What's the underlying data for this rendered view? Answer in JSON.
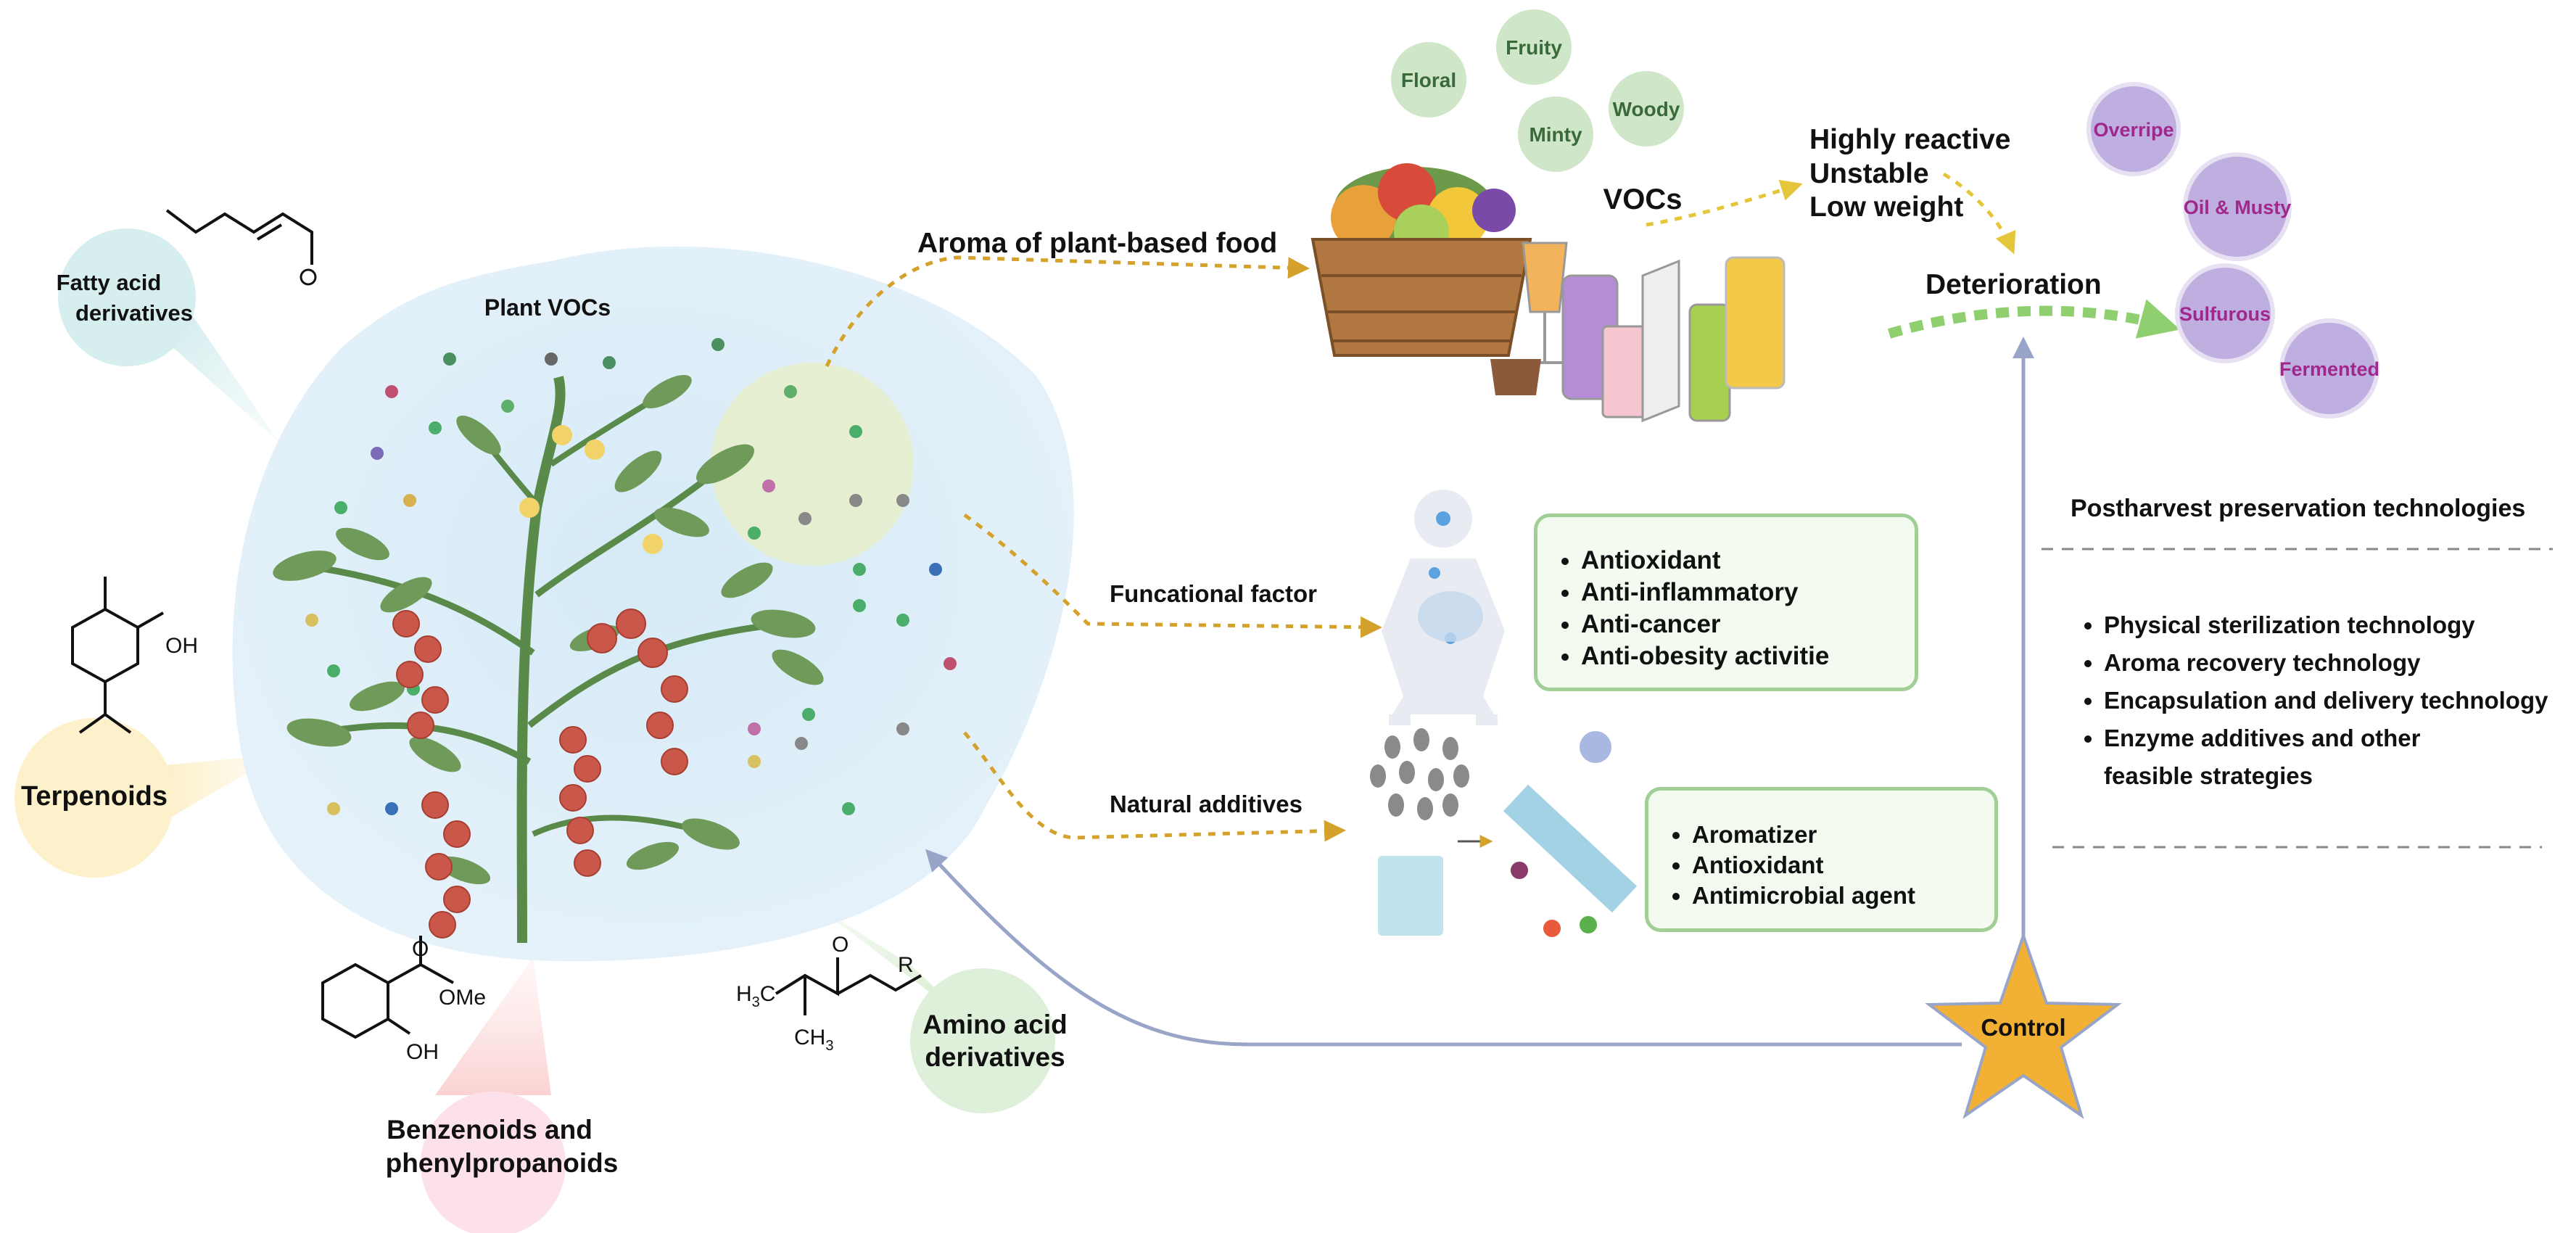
{
  "center": {
    "title": "Plant VOCs"
  },
  "classes": {
    "fatty": [
      "Fatty acid",
      "derivatives"
    ],
    "terpenoids": "Terpenoids",
    "benzenoids": [
      "Benzenoids and",
      "phenylpropanoids"
    ],
    "amino": [
      "Amino acid",
      "derivatives"
    ]
  },
  "chem": {
    "oh": "OH",
    "ome": "OMe",
    "o": "O",
    "r": "R",
    "h3c": "H",
    "three": "3",
    "c": "C",
    "ch": "CH"
  },
  "aroma": {
    "title": "Aroma of plant-based food",
    "vocs": "VOCs"
  },
  "flavors": [
    "Floral",
    "Fruity",
    "Minty",
    "Woody"
  ],
  "properties": [
    "Highly reactive",
    "Unstable",
    "Low weight"
  ],
  "deterioration": {
    "title": "Deterioration",
    "offFlavors": [
      "Overripe",
      "Oil & Musty",
      "Sulfurous",
      "Fermented"
    ]
  },
  "functional": {
    "title": "Funcational factor",
    "items": [
      "Antioxidant",
      "Anti-inflammatory",
      "Anti-cancer",
      "Anti-obesity activitie"
    ]
  },
  "additives": {
    "title": "Natural additives",
    "items": [
      "Aromatizer",
      "Antioxidant",
      "Antimicrobial agent"
    ]
  },
  "preservation": {
    "title": "Postharvest preservation technologies",
    "items": [
      "Physical sterilization technology",
      "Aroma recovery technology",
      "Encapsulation and delivery technology",
      "Enzyme additives and other feasible strategies"
    ]
  },
  "control": "Control",
  "colors": {
    "arrowOrange": "#d4a12a",
    "arrowGreen": "#8fcf6f",
    "arrowBlue": "#98a4c8",
    "star": "#f2b134",
    "flavorBubble": "#cfe6c9",
    "offFlavorBubble": "#bfaee0",
    "offFlavorText": "#a0288c",
    "boxBorder": "#9fcf95"
  }
}
